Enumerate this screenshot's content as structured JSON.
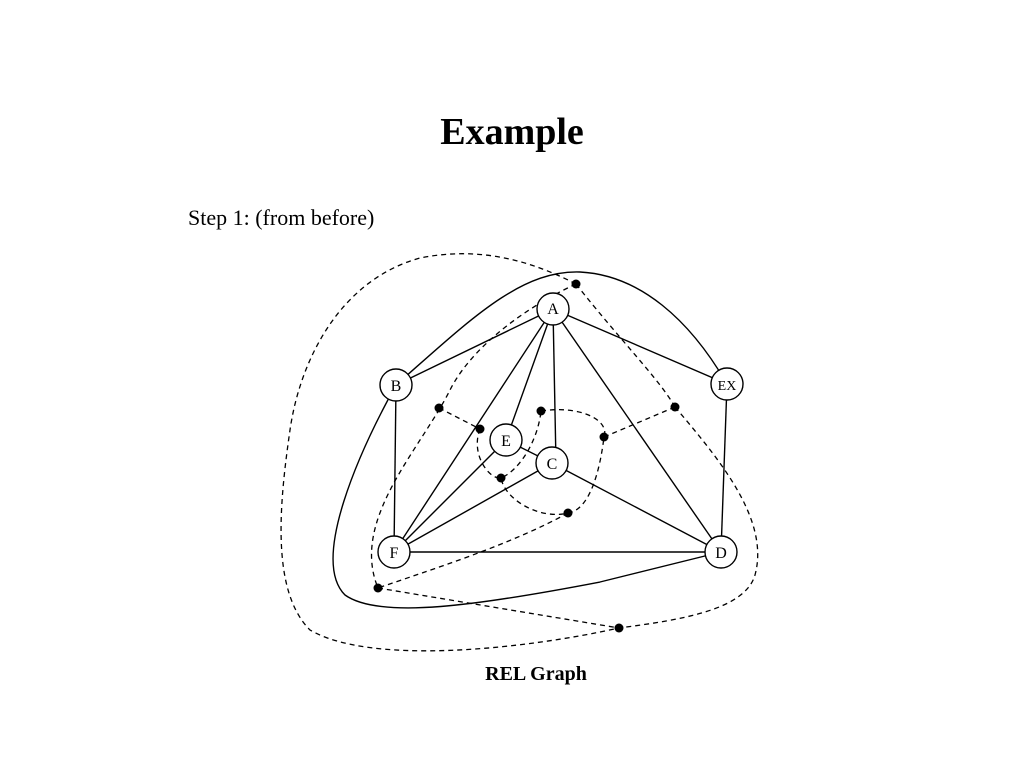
{
  "slide": {
    "title": "Example",
    "step_text": "Step 1: (from before)",
    "caption": "REL Graph"
  },
  "graph": {
    "nodes": [
      {
        "id": "A",
        "label": "A"
      },
      {
        "id": "B",
        "label": "B"
      },
      {
        "id": "EX",
        "label": "EX"
      },
      {
        "id": "E",
        "label": "E"
      },
      {
        "id": "C",
        "label": "C"
      },
      {
        "id": "F",
        "label": "F"
      },
      {
        "id": "D",
        "label": "D"
      }
    ],
    "edges": [
      [
        "A",
        "B"
      ],
      [
        "A",
        "EX"
      ],
      [
        "A",
        "E"
      ],
      [
        "A",
        "C"
      ],
      [
        "A",
        "F"
      ],
      [
        "A",
        "D"
      ],
      [
        "B",
        "F"
      ],
      [
        "B",
        "EX"
      ],
      [
        "EX",
        "D"
      ],
      [
        "E",
        "C"
      ],
      [
        "E",
        "F"
      ],
      [
        "C",
        "F"
      ],
      [
        "C",
        "D"
      ],
      [
        "F",
        "D"
      ],
      [
        "B",
        "D"
      ]
    ],
    "edge_style": "solid",
    "dual_edge_style": "dashed"
  }
}
